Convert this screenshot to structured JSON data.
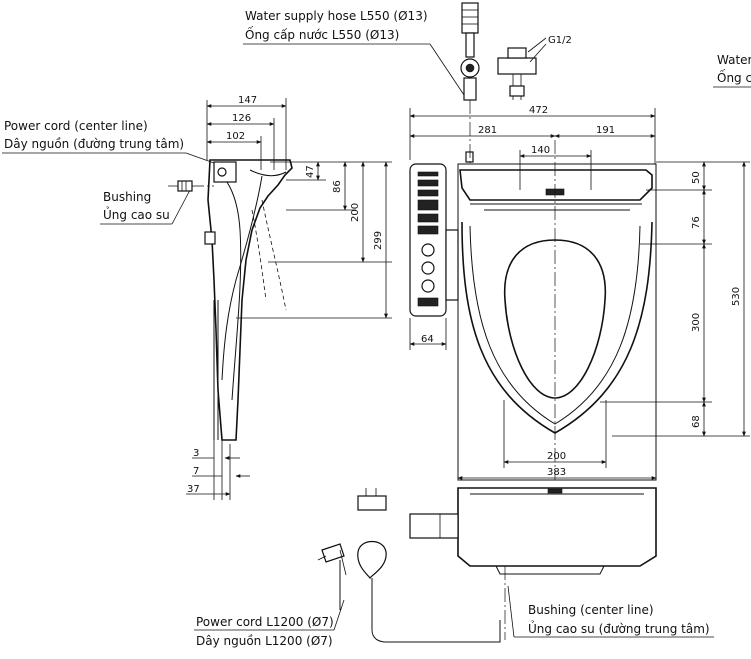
{
  "callouts": {
    "water_hose_en": "Water supply hose L550 (Ø13)",
    "water_hose_vi": "Ống cấp nước L550 (Ø13)",
    "water_clip_en": "Water",
    "water_clip_vi": "Ống c",
    "fitting_size": "G1/2",
    "power_cl_en": "Power cord (center line)",
    "power_cl_vi": "Dây nguồn (đường trung tâm)",
    "bushing_en": "Bushing",
    "bushing_vi": "Ủng cao su",
    "power_cord_en": "Power cord L1200 (Ø7)",
    "power_cord_vi": "Dây nguồn L1200 (Ø7)",
    "bushing_cl_en": "Bushing (center line)",
    "bushing_cl_vi": "Ủng cao su (đường trung tâm)"
  },
  "dimensions": {
    "side_147": "147",
    "side_126": "126",
    "side_102": "102",
    "side_47": "47",
    "side_86": "86",
    "side_200": "200",
    "side_299": "299",
    "side_3": "3",
    "side_7": "7",
    "side_37": "37",
    "remote_64": "64",
    "top_472": "472",
    "top_281": "281",
    "top_191": "191",
    "top_140": "140",
    "right_50": "50",
    "right_76": "76",
    "right_300": "300",
    "right_68": "68",
    "right_530": "530",
    "bottom_200": "200",
    "bottom_383": "383"
  }
}
